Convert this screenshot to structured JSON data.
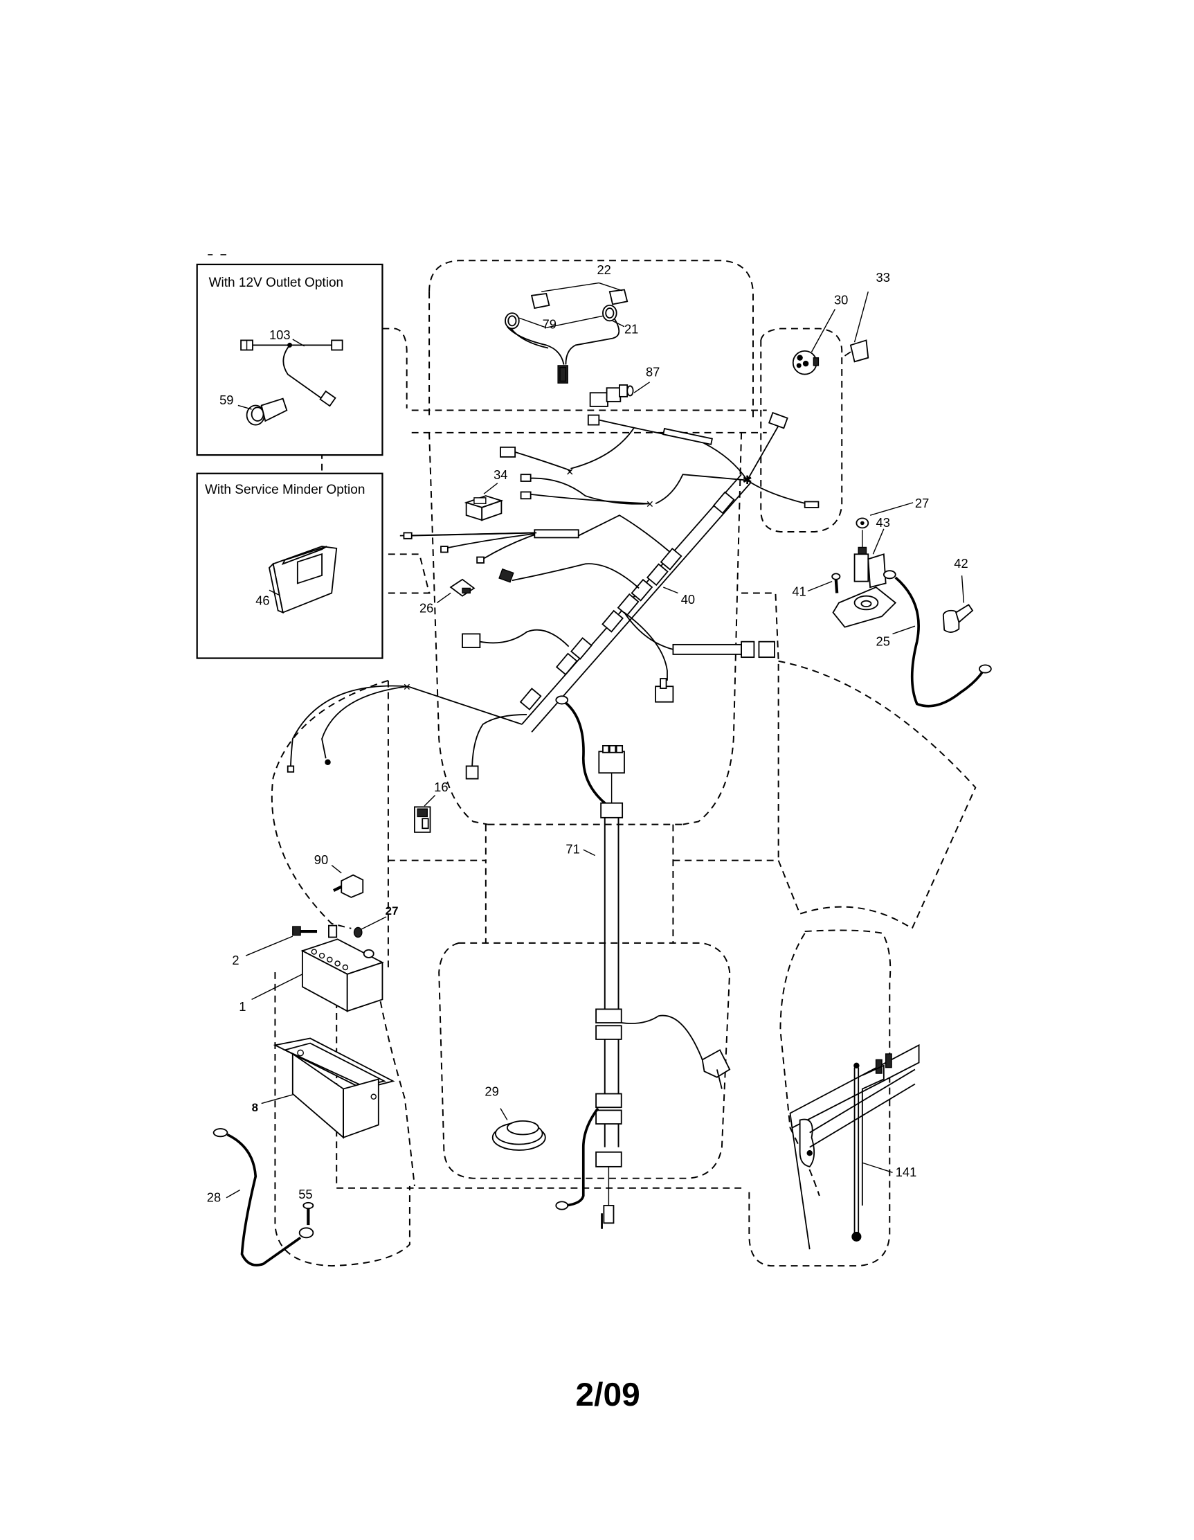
{
  "page": {
    "number": "2/09",
    "background": "#ffffff",
    "ink": "#000000"
  },
  "options": [
    {
      "title": "With 12V Outlet Option",
      "parts": [
        "103",
        "59"
      ]
    },
    {
      "title": "With Service Minder Option",
      "parts": [
        "46"
      ]
    }
  ],
  "callouts": {
    "p103": "103",
    "p59": "59",
    "p46": "46",
    "p22": "22",
    "p79": "79",
    "p21": "21",
    "p87": "87",
    "p30": "30",
    "p33": "33",
    "p27a": "27",
    "p43": "43",
    "p41": "41",
    "p42": "42",
    "p25": "25",
    "p34": "34",
    "p26": "26",
    "p40": "40",
    "p16": "16",
    "p71": "71",
    "p90": "90",
    "p27b": "27",
    "p2": "2",
    "p1": "1",
    "p8": "8",
    "p28": "28",
    "p55": "55",
    "p29": "29",
    "p141": "141"
  },
  "parts_list": [
    {
      "ref": "1",
      "depicts": "battery"
    },
    {
      "ref": "2",
      "depicts": "bolt"
    },
    {
      "ref": "8",
      "depicts": "battery-box"
    },
    {
      "ref": "16",
      "depicts": "relay"
    },
    {
      "ref": "21",
      "depicts": "headlight-harness"
    },
    {
      "ref": "22",
      "depicts": "bulbs"
    },
    {
      "ref": "25",
      "depicts": "solenoid-cable"
    },
    {
      "ref": "26",
      "depicts": "fuse"
    },
    {
      "ref": "27",
      "depicts": "nut"
    },
    {
      "ref": "28",
      "depicts": "ground-cable"
    },
    {
      "ref": "29",
      "depicts": "grommet"
    },
    {
      "ref": "30",
      "depicts": "ignition-switch"
    },
    {
      "ref": "33",
      "depicts": "key"
    },
    {
      "ref": "34",
      "depicts": "switch"
    },
    {
      "ref": "40",
      "depicts": "main-wire-harness"
    },
    {
      "ref": "41",
      "depicts": "bolt"
    },
    {
      "ref": "42",
      "depicts": "boot"
    },
    {
      "ref": "43",
      "depicts": "solenoid"
    },
    {
      "ref": "46",
      "depicts": "service-minder"
    },
    {
      "ref": "55",
      "depicts": "screw"
    },
    {
      "ref": "59",
      "depicts": "12v-outlet"
    },
    {
      "ref": "71",
      "depicts": "rear-harness"
    },
    {
      "ref": "79",
      "depicts": "sockets"
    },
    {
      "ref": "87",
      "depicts": "switch"
    },
    {
      "ref": "90",
      "depicts": "diode"
    },
    {
      "ref": "103",
      "depicts": "outlet-harness"
    },
    {
      "ref": "141",
      "depicts": "interlock-bracket-assembly"
    }
  ]
}
